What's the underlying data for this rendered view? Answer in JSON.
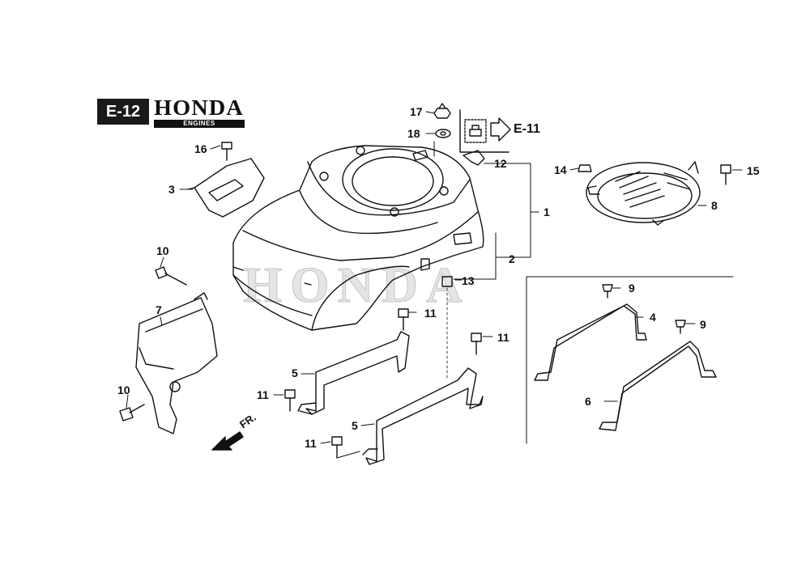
{
  "header": {
    "section_code": "E-12",
    "brand_name": "HONDA",
    "brand_sub": "ENGINES"
  },
  "reference": {
    "label": "E-11"
  },
  "direction": {
    "label": "FR."
  },
  "callouts": [
    {
      "id": "c17",
      "label": "17"
    },
    {
      "id": "c18",
      "label": "18"
    },
    {
      "id": "c16",
      "label": "16"
    },
    {
      "id": "c3",
      "label": "3"
    },
    {
      "id": "c12",
      "label": "12"
    },
    {
      "id": "c14",
      "label": "14"
    },
    {
      "id": "c15",
      "label": "15"
    },
    {
      "id": "c1",
      "label": "1"
    },
    {
      "id": "c8",
      "label": "8"
    },
    {
      "id": "c2",
      "label": "2"
    },
    {
      "id": "c13",
      "label": "13"
    },
    {
      "id": "c10a",
      "label": "10"
    },
    {
      "id": "c7",
      "label": "7"
    },
    {
      "id": "c9a",
      "label": "9"
    },
    {
      "id": "c4",
      "label": "4"
    },
    {
      "id": "c9b",
      "label": "9"
    },
    {
      "id": "c11a",
      "label": "11"
    },
    {
      "id": "c11b",
      "label": "11"
    },
    {
      "id": "c5a",
      "label": "5"
    },
    {
      "id": "c11c",
      "label": "11"
    },
    {
      "id": "c6",
      "label": "6"
    },
    {
      "id": "c10b",
      "label": "10"
    },
    {
      "id": "c5b",
      "label": "5"
    },
    {
      "id": "c11d",
      "label": "11"
    }
  ],
  "watermark": "HONDA"
}
